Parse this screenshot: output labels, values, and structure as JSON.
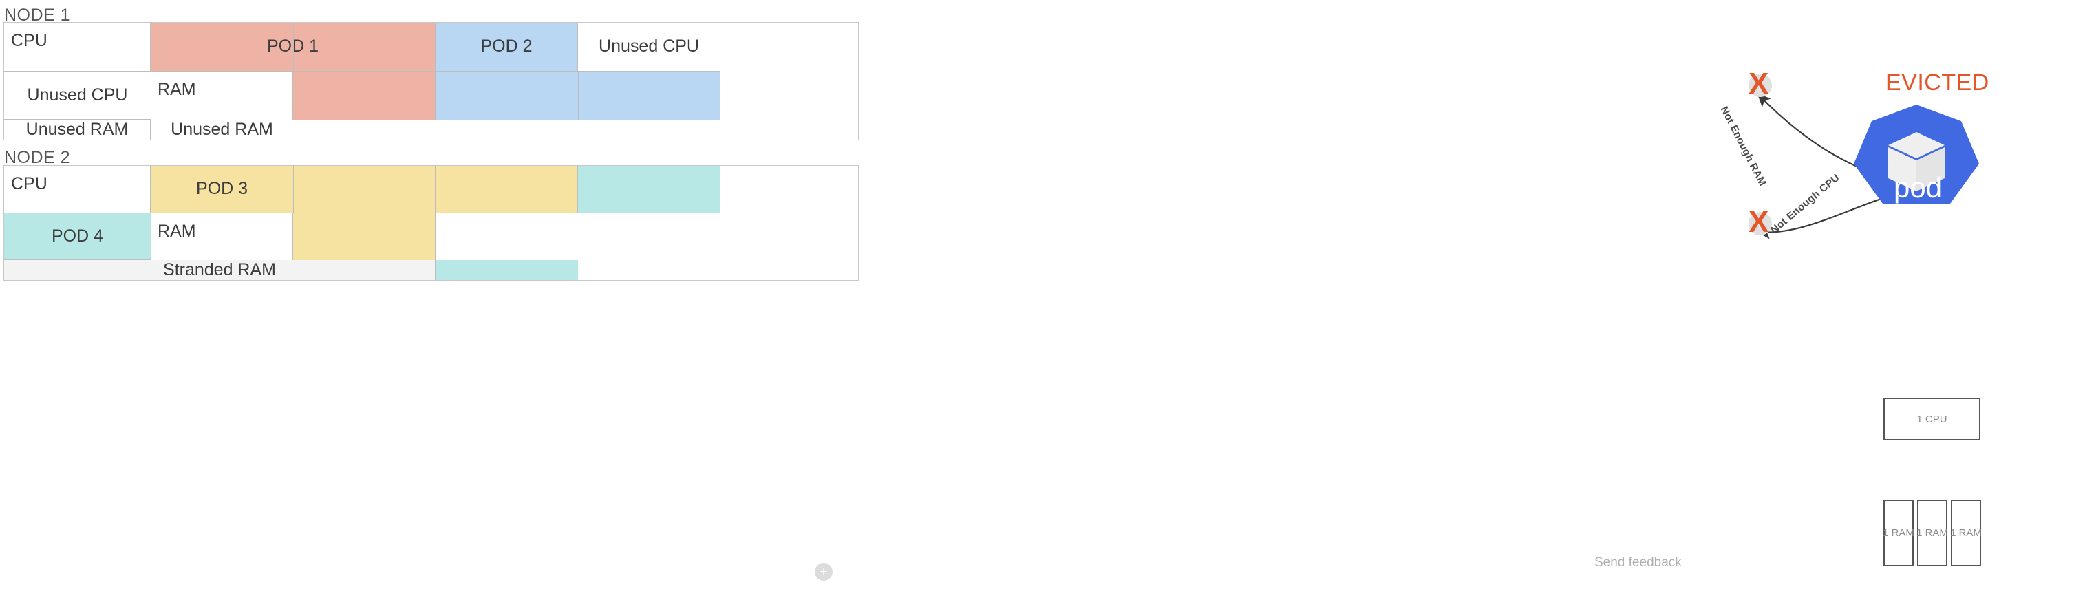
{
  "nodes": [
    {
      "label": "NODE 1",
      "rows": [
        {
          "label": "CPU",
          "cells": [
            {
              "text": "POD 1",
              "color": "pink",
              "span": 2,
              "dividers": 1
            },
            {
              "text": "POD 2",
              "color": "blue",
              "span": 1,
              "dividers": 0
            },
            {
              "text": "Unused CPU",
              "color": "white",
              "span": 1,
              "dividers": 0
            },
            {
              "text": "Unused CPU",
              "color": "white",
              "span": 1,
              "dividers": 0
            }
          ]
        },
        {
          "label": "RAM",
          "cells": [
            {
              "text": "",
              "color": "pink",
              "span": 1,
              "dividers": 0
            },
            {
              "text": "",
              "color": "blue",
              "span": 2,
              "dividers": 1
            },
            {
              "text": "Unused RAM",
              "color": "white",
              "span": 1,
              "dividers": 0
            },
            {
              "text": "Unused RAM",
              "color": "white",
              "span": 1,
              "dividers": 0
            }
          ]
        }
      ]
    },
    {
      "label": "NODE 2",
      "rows": [
        {
          "label": "CPU",
          "cells": [
            {
              "text": "POD 3",
              "color": "yellow",
              "span": 3,
              "dividers": 2
            },
            {
              "text": "",
              "color": "teal",
              "span": 1,
              "dividers": 0
            },
            {
              "text": "POD 4",
              "color": "teal",
              "span": 1,
              "dividers": 0
            }
          ]
        },
        {
          "label": "RAM",
          "cells": [
            {
              "text": "",
              "color": "yellow",
              "span": 1,
              "dividers": 0
            },
            {
              "text": "Stranded RAM",
              "color": "stranded",
              "span": 3,
              "dividers": 0
            },
            {
              "text": "",
              "color": "teal",
              "span": 1,
              "dividers": 0
            }
          ]
        }
      ]
    }
  ],
  "annotations": {
    "not_enough_ram": "Not Enough RAM",
    "not_enough_cpu": "Not Enough CPU",
    "evicted": "EVICTED",
    "pod_word": "pod",
    "x_glyph": "X",
    "plus_glyph": "+"
  },
  "resources": {
    "cpu_box": "1 CPU",
    "ram_boxes": [
      "1 RAM",
      "1 RAM",
      "1 RAM"
    ]
  },
  "footer": {
    "add_label": "+",
    "feedback": "Send feedback"
  },
  "colors": {
    "pod1": "#eeb3a4",
    "pod2": "#b9d6f2",
    "pod3": "#f7e3a1",
    "pod4": "#b8e8e6",
    "stranded": "#f3f3f3",
    "evicted_text": "#e2562a",
    "kubernetes_blue": "#4169e1",
    "grid_border": "#bdbdbd"
  }
}
